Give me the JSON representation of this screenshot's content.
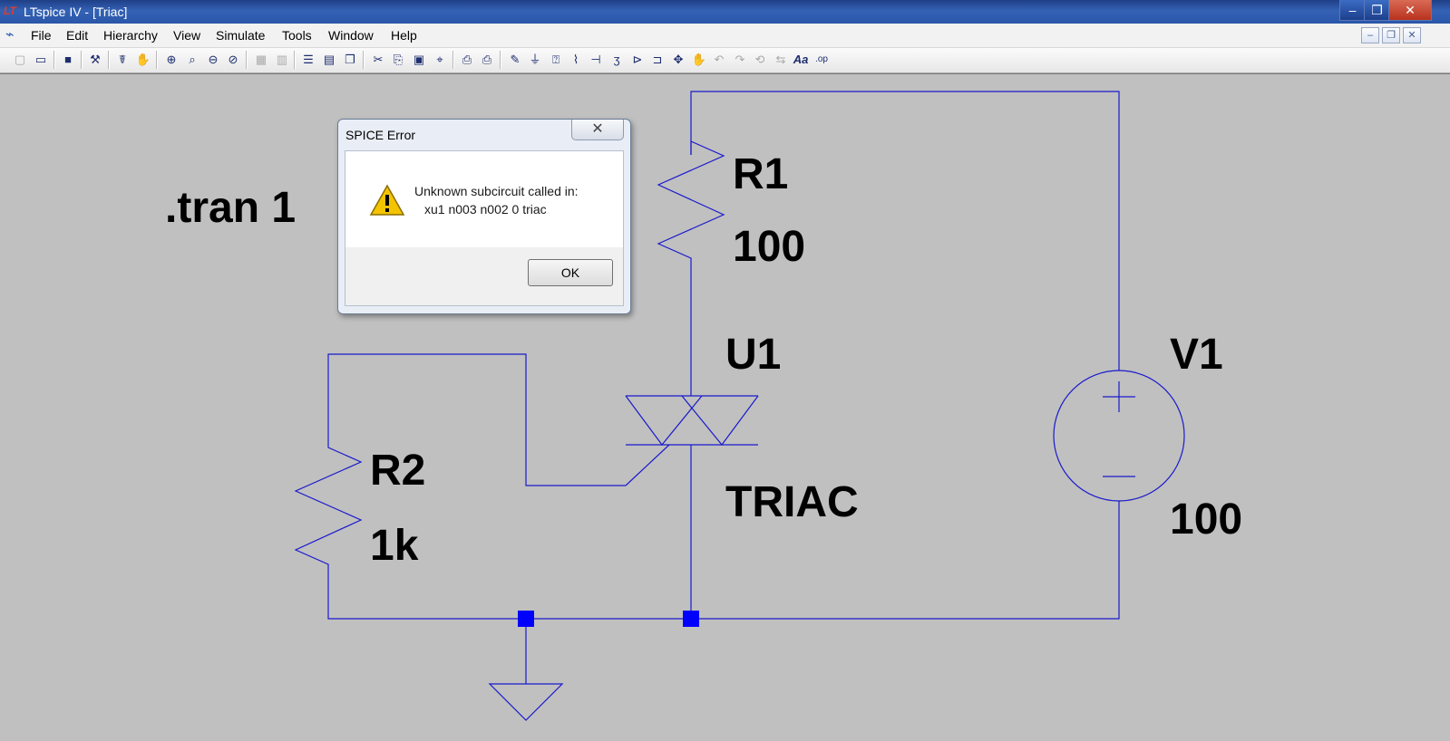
{
  "window": {
    "title": "LTspice IV - [Triac]",
    "logo": "LT"
  },
  "system_buttons": {
    "minimize": "–",
    "maximize": "❐",
    "close": "✕"
  },
  "menu": {
    "items": [
      "File",
      "Edit",
      "Hierarchy",
      "View",
      "Simulate",
      "Tools",
      "Window",
      "Help"
    ],
    "mdi": {
      "minimize": "–",
      "restore": "❐",
      "close": "✕"
    }
  },
  "toolbar": {
    "icons": [
      "new-schematic-icon",
      "open-icon",
      "save-icon",
      "control-panel-icon",
      "run-icon",
      "pan-hand-icon",
      "zoom-in-icon",
      "zoom-area-icon",
      "zoom-out-icon",
      "zoom-fit-icon",
      "autorange-icon",
      "tile-icon",
      "tile-horizontal-icon",
      "cascade-icon",
      "cut-icon",
      "copy-icon",
      "paste-icon",
      "find-icon",
      "print-setup-icon",
      "print-icon",
      "wire-icon",
      "ground-icon",
      "label-net-icon",
      "resistor-icon",
      "capacitor-icon",
      "inductor-icon",
      "diode-icon",
      "component-icon",
      "move-hand-icon",
      "undo-icon",
      "redo-icon",
      "rotate-icon",
      "mirror-icon",
      "text-icon",
      "spice-directive-icon"
    ]
  },
  "schematic": {
    "directive": ".tran 1",
    "components": {
      "r1": {
        "name": "R1",
        "value": "100"
      },
      "r2": {
        "name": "R2",
        "value": "1k"
      },
      "u1": {
        "name": "U1",
        "value": "TRIAC"
      },
      "v1": {
        "name": "V1",
        "value": "100"
      }
    },
    "colors": {
      "wire": "#1a1acc",
      "junction": "#0000ff",
      "canvas": "#c0c0c0"
    }
  },
  "dialog": {
    "title": "SPICE Error",
    "close": "✕",
    "message_line1": "Unknown subcircuit called in:",
    "message_line2": "xu1 n003 n002 0 triac",
    "ok": "OK",
    "icon": "warning-icon"
  }
}
